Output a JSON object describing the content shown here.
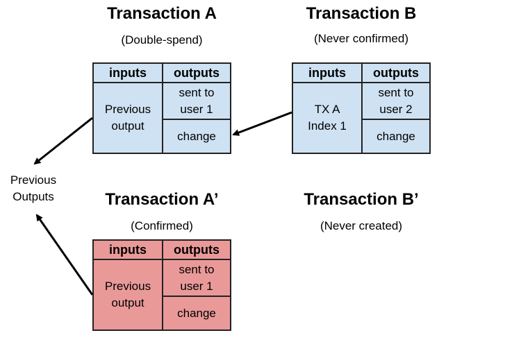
{
  "colors": {
    "pending_fill": "#cfe2f3",
    "confirmed_fill": "#ea9999",
    "border": "#222222",
    "arrow": "#000000"
  },
  "previous_outputs_label": "Previous\nOutputs",
  "transactions": {
    "a": {
      "title": "Transaction A",
      "subtitle": "(Double-spend)",
      "table": {
        "inputs_header": "inputs",
        "outputs_header": "outputs",
        "input_value": "Previous\noutput",
        "output_1": "sent to\nuser 1",
        "output_2": "change"
      }
    },
    "b": {
      "title": "Transaction B",
      "subtitle": "(Never confirmed)",
      "table": {
        "inputs_header": "inputs",
        "outputs_header": "outputs",
        "input_value": "TX A\nIndex 1",
        "output_1": "sent to\nuser 2",
        "output_2": "change"
      }
    },
    "a_prime": {
      "title": "Transaction A’",
      "subtitle": "(Confirmed)",
      "table": {
        "inputs_header": "inputs",
        "outputs_header": "outputs",
        "input_value": "Previous\noutput",
        "output_1": "sent to\nuser 1",
        "output_2": "change"
      }
    },
    "b_prime": {
      "title": "Transaction B’",
      "subtitle": "(Never created)"
    }
  }
}
